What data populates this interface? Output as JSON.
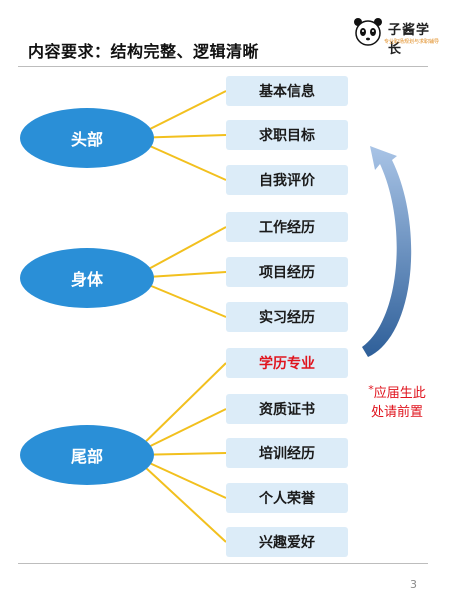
{
  "title": "内容要求：结构完整、逻辑清晰",
  "logo": {
    "name": "子酱学长",
    "subtitle": "专业职场规划与求职辅导"
  },
  "page_number": "3",
  "groups": [
    {
      "label": "头部",
      "items": [
        "基本信息",
        "求职目标",
        "自我评价"
      ]
    },
    {
      "label": "身体",
      "items": [
        "工作经历",
        "项目经历",
        "实习经历"
      ]
    },
    {
      "label": "尾部",
      "items": [
        "学历专业",
        "资质证书",
        "培训经历",
        "个人荣誉",
        "兴趣爱好"
      ]
    }
  ],
  "highlighted_item": "学历专业",
  "note": {
    "star": "*",
    "line1": "应届生此",
    "line2": "处请前置"
  },
  "colors": {
    "ellipse": "#2a8fd7",
    "box": "#dcecf8",
    "connector": "#f2c01e",
    "highlight": "#e0141e",
    "arrow": "#4f7fb5"
  }
}
